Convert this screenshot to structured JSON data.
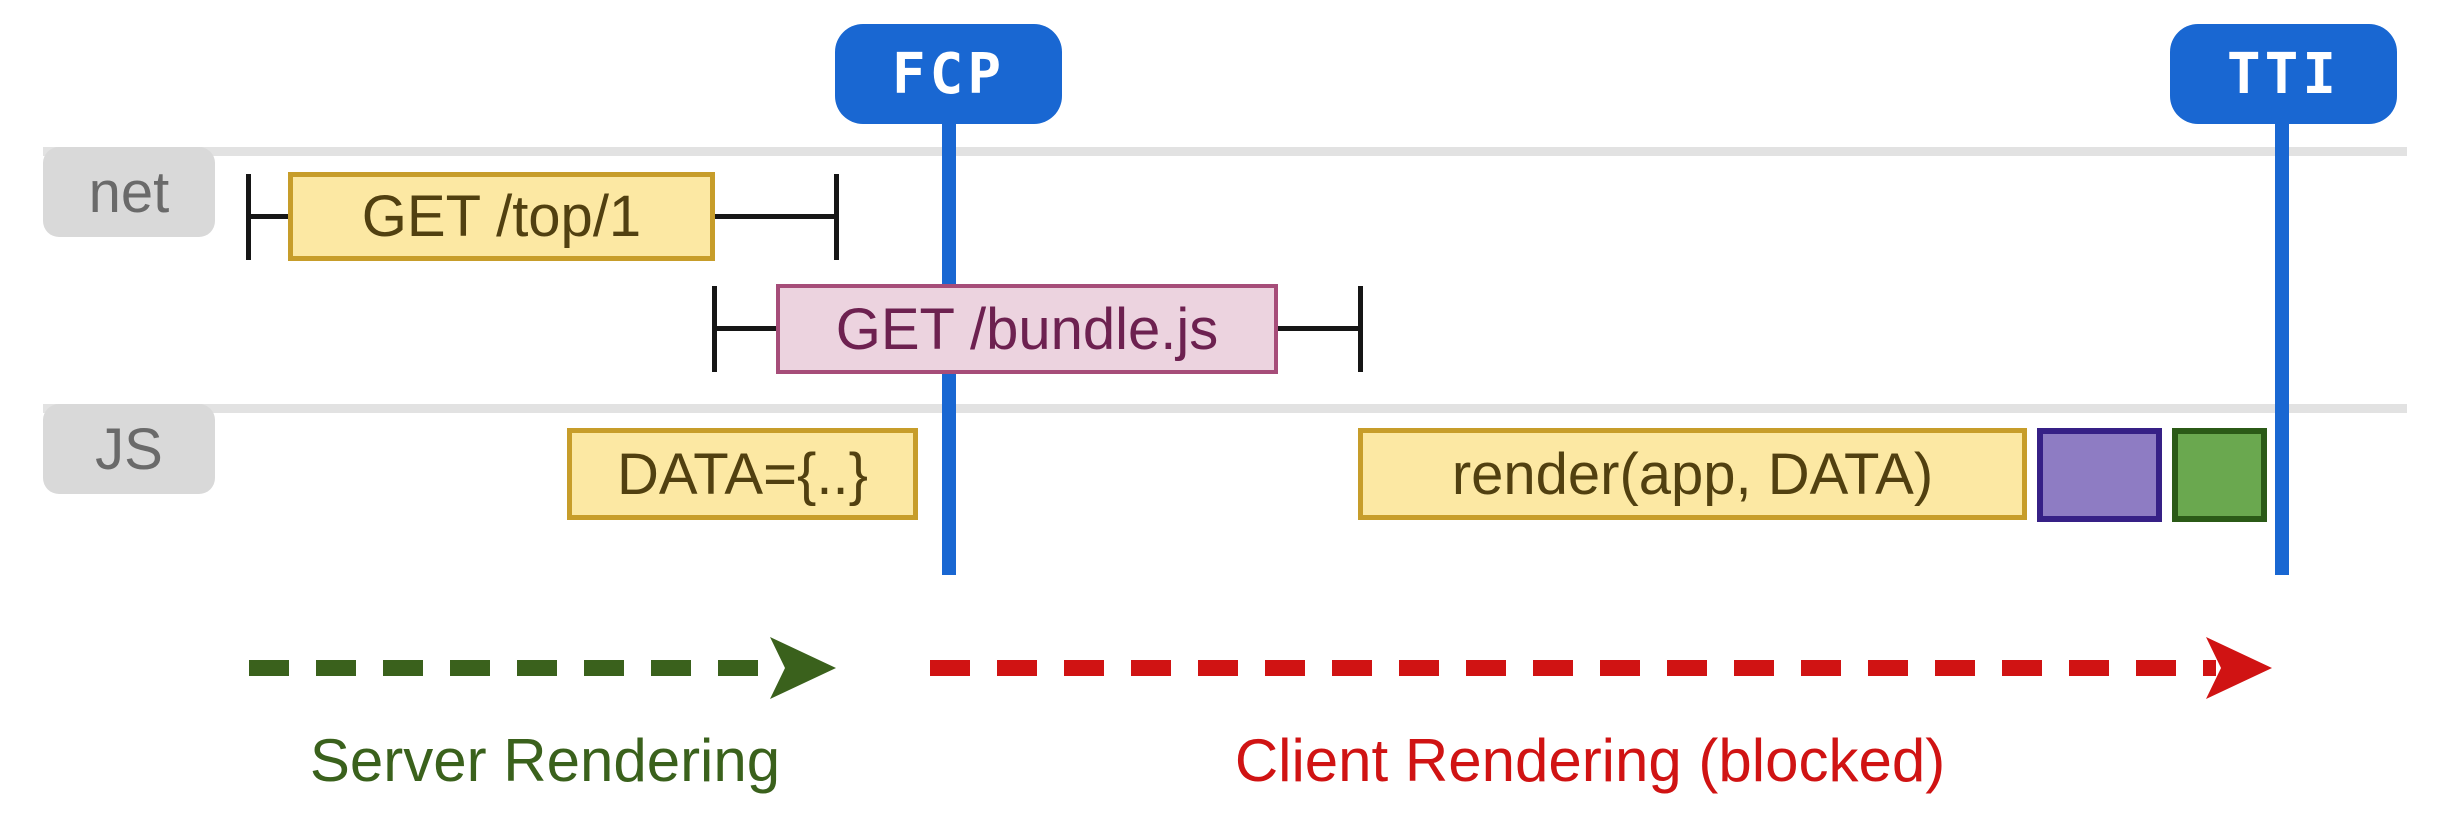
{
  "markers": {
    "fcp": {
      "label": "FCP",
      "color": "#1967d2"
    },
    "tti": {
      "label": "TTI",
      "color": "#1967d2"
    }
  },
  "lanes": {
    "net": {
      "label": "net"
    },
    "js": {
      "label": "JS"
    }
  },
  "tasks": {
    "get_top": {
      "label": "GET /top/1",
      "lane": "net",
      "fill": "#fce8a3",
      "border": "#c79d2a",
      "text_color": "#514010"
    },
    "get_bundle": {
      "label": "GET /bundle.js",
      "lane": "net",
      "fill": "#ecd3df",
      "border": "#a64d79",
      "text_color": "#6d2150"
    },
    "data": {
      "label": "DATA={..}",
      "lane": "js",
      "fill": "#fce8a3",
      "border": "#c79d2a",
      "text_color": "#514010"
    },
    "render": {
      "label": "render(app, DATA)",
      "lane": "js",
      "fill": "#fce8a3",
      "border": "#c79d2a",
      "text_color": "#514010"
    },
    "purple": {
      "label": "",
      "lane": "js",
      "fill": "#8e7cc3",
      "border": "#362086"
    },
    "green": {
      "label": "",
      "lane": "js",
      "fill": "#6aa84f",
      "border": "#2b5a17"
    }
  },
  "phases": {
    "server": {
      "label": "Server Rendering",
      "color": "#3a611c"
    },
    "client": {
      "label": "Client Rendering (blocked)",
      "color": "#d01313"
    }
  },
  "colors": {
    "lane_line": "#e2e2e2",
    "lane_label_bg": "#d9d9d9",
    "lane_label_text": "#6a6a6a",
    "whisker": "#161616",
    "marker_blue": "#1967d2"
  }
}
